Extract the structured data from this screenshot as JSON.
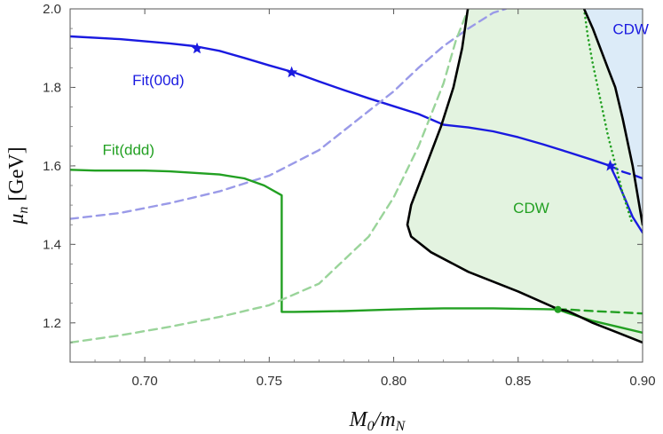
{
  "chart_data": {
    "type": "line",
    "title": "",
    "xlabel_main": "M",
    "xlabel_sub": "0",
    "xlabel_rest": "/m",
    "xlabel_sub2": "N",
    "ylabel_main": "μ",
    "ylabel_sub": "n",
    "ylabel_rest": " [GeV]",
    "xlim": [
      0.67,
      0.9
    ],
    "ylim": [
      1.1,
      2.0
    ],
    "xticks": [
      0.7,
      0.75,
      0.8,
      0.85,
      0.9
    ],
    "xtick_labels": [
      "0.70",
      "0.75",
      "0.80",
      "0.85",
      "0.90"
    ],
    "yticks": [
      1.2,
      1.4,
      1.6,
      1.8,
      2.0
    ],
    "ytick_labels": [
      "1.2",
      "1.4",
      "1.6",
      "1.8",
      "2.0"
    ],
    "grid": false,
    "colors": {
      "blue": "#1a1ae0",
      "blue_dashed": "#9a9ae8",
      "green": "#22a022",
      "green_dashed": "#9ad49a",
      "black": "#000000",
      "green_fill": "#e3f3e0",
      "blue_fill": "#dcebf8"
    },
    "regions": [
      {
        "label": "CDW",
        "color": "green",
        "fill": "green_fill",
        "label_pos": [
          0.855,
          1.48
        ],
        "boundary": [
          [
            0.8298,
            2.0
          ],
          [
            0.8275,
            1.9
          ],
          [
            0.824,
            1.8
          ],
          [
            0.819,
            1.7
          ],
          [
            0.813,
            1.6
          ],
          [
            0.807,
            1.5
          ],
          [
            0.8055,
            1.45
          ],
          [
            0.807,
            1.42
          ],
          [
            0.815,
            1.38
          ],
          [
            0.83,
            1.33
          ],
          [
            0.85,
            1.28
          ],
          [
            0.87,
            1.23
          ],
          [
            0.88,
            1.2
          ],
          [
            0.89,
            1.175
          ],
          [
            0.9,
            1.15
          ],
          [
            0.9,
            2.0
          ]
        ]
      },
      {
        "label": "CDW",
        "color": "blue",
        "fill": "blue_fill",
        "label_pos": [
          0.895,
          1.93
        ],
        "boundary": [
          [
            0.8765,
            2.0
          ],
          [
            0.88,
            1.95
          ],
          [
            0.883,
            1.9
          ],
          [
            0.886,
            1.85
          ],
          [
            0.889,
            1.8
          ],
          [
            0.892,
            1.72
          ],
          [
            0.896,
            1.6
          ],
          [
            0.9,
            1.45
          ],
          [
            0.9,
            2.0
          ]
        ]
      }
    ],
    "series": [
      {
        "name": "Fit(00d)",
        "color": "blue",
        "style": "solid",
        "x": [
          0.67,
          0.69,
          0.71,
          0.72,
          0.73,
          0.74,
          0.75,
          0.76,
          0.77,
          0.78,
          0.79,
          0.8,
          0.81,
          0.82,
          0.83,
          0.84,
          0.85,
          0.86,
          0.87,
          0.88,
          0.887
        ],
        "y": [
          1.93,
          1.923,
          1.912,
          1.905,
          1.893,
          1.875,
          1.856,
          1.838,
          1.815,
          1.793,
          1.772,
          1.752,
          1.732,
          1.705,
          1.698,
          1.688,
          1.673,
          1.655,
          1.635,
          1.615,
          1.6
        ]
      },
      {
        "name": "",
        "color": "blue",
        "style": "dashed",
        "x": [
          0.887,
          0.892,
          0.897,
          0.9
        ],
        "y": [
          1.6,
          1.585,
          1.575,
          1.568
        ]
      },
      {
        "name": "",
        "color": "blue",
        "style": "solid",
        "x": [
          0.887,
          0.89,
          0.893,
          0.896,
          0.9
        ],
        "y": [
          1.6,
          1.56,
          1.515,
          1.47,
          1.43
        ]
      },
      {
        "name": "",
        "color": "blue_dashed",
        "style": "dashed",
        "x": [
          0.67,
          0.69,
          0.71,
          0.73,
          0.75,
          0.77,
          0.78,
          0.79,
          0.8,
          0.81,
          0.82,
          0.83,
          0.84,
          0.845
        ],
        "y": [
          1.465,
          1.48,
          1.505,
          1.535,
          1.575,
          1.64,
          1.69,
          1.74,
          1.79,
          1.85,
          1.905,
          1.95,
          1.99,
          2.0
        ]
      },
      {
        "name": "Fit(ddd)",
        "color": "green",
        "style": "solid",
        "x": [
          0.67,
          0.68,
          0.69,
          0.7,
          0.71,
          0.72,
          0.73,
          0.74,
          0.748,
          0.755,
          0.755,
          0.76,
          0.77,
          0.78,
          0.79,
          0.8,
          0.81,
          0.82,
          0.83,
          0.84,
          0.85,
          0.86,
          0.866
        ],
        "y": [
          1.59,
          1.588,
          1.588,
          1.588,
          1.586,
          1.582,
          1.578,
          1.568,
          1.55,
          1.525,
          1.228,
          1.228,
          1.229,
          1.23,
          1.232,
          1.234,
          1.236,
          1.237,
          1.237,
          1.237,
          1.236,
          1.235,
          1.234
        ]
      },
      {
        "name": "",
        "color": "green",
        "style": "solid",
        "x": [
          0.866,
          0.87,
          0.88,
          0.89,
          0.9
        ],
        "y": [
          1.234,
          1.225,
          1.205,
          1.19,
          1.175
        ]
      },
      {
        "name": "",
        "color": "green",
        "style": "dashed",
        "x": [
          0.866,
          0.87,
          0.88,
          0.89,
          0.9
        ],
        "y": [
          1.234,
          1.234,
          1.23,
          1.227,
          1.224
        ]
      },
      {
        "name": "",
        "color": "green_dashed",
        "style": "dashed",
        "x": [
          0.67,
          0.69,
          0.71,
          0.73,
          0.75,
          0.77,
          0.79,
          0.8,
          0.81,
          0.82,
          0.825,
          0.83
        ],
        "y": [
          1.15,
          1.168,
          1.19,
          1.215,
          1.245,
          1.3,
          1.42,
          1.52,
          1.65,
          1.81,
          1.92,
          2.0
        ]
      },
      {
        "name": "",
        "color": "green",
        "style": "dotted",
        "x": [
          0.8765,
          0.878,
          0.88,
          0.882,
          0.884,
          0.886,
          0.888,
          0.89,
          0.892,
          0.894,
          0.896
        ],
        "y": [
          2.0,
          1.93,
          1.86,
          1.8,
          1.74,
          1.68,
          1.63,
          1.58,
          1.53,
          1.49,
          1.45
        ]
      },
      {
        "name": "",
        "color": "black",
        "style": "solid",
        "x": [
          0.8298,
          0.8275,
          0.824,
          0.819,
          0.813,
          0.807,
          0.8055,
          0.807,
          0.815,
          0.83,
          0.85,
          0.866,
          0.87,
          0.88,
          0.89,
          0.9
        ],
        "y": [
          2.0,
          1.9,
          1.8,
          1.7,
          1.6,
          1.5,
          1.45,
          1.42,
          1.38,
          1.33,
          1.28,
          1.235,
          1.23,
          1.2,
          1.175,
          1.15
        ]
      },
      {
        "name": "",
        "color": "black",
        "style": "solid",
        "x": [
          0.8765,
          0.88,
          0.883,
          0.886,
          0.889,
          0.892,
          0.896,
          0.9
        ],
        "y": [
          2.0,
          1.95,
          1.9,
          1.85,
          1.8,
          1.72,
          1.6,
          1.45
        ]
      }
    ],
    "markers": [
      {
        "shape": "star",
        "color": "blue",
        "x": 0.721,
        "y": 1.899
      },
      {
        "shape": "star",
        "color": "blue",
        "x": 0.759,
        "y": 1.838
      },
      {
        "shape": "star",
        "color": "blue",
        "x": 0.887,
        "y": 1.6
      },
      {
        "shape": "dot",
        "color": "green",
        "x": 0.866,
        "y": 1.234
      }
    ],
    "annotations": [
      {
        "text": "Fit(00d)",
        "color": "blue",
        "x": 0.695,
        "y": 1.805
      },
      {
        "text": "Fit(ddd)",
        "color": "green",
        "x": 0.683,
        "y": 1.628
      },
      {
        "text": "CDW",
        "color": "green",
        "x": 0.848,
        "y": 1.48
      },
      {
        "text": "CDW",
        "color": "blue",
        "x": 0.888,
        "y": 1.935
      }
    ]
  }
}
